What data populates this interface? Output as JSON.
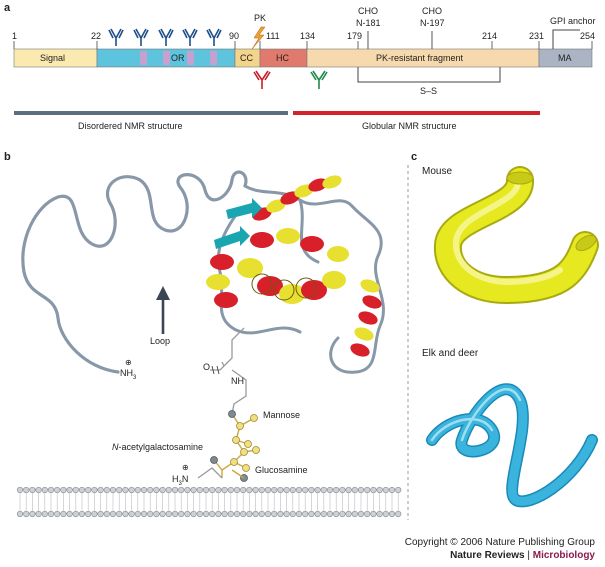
{
  "panels": {
    "a": "a",
    "b": "b",
    "c": "c"
  },
  "panel_a": {
    "positions": {
      "p1": "1",
      "p22": "22",
      "p90": "90",
      "p111": "111",
      "p134": "134",
      "p179": "179",
      "p214": "214",
      "p231": "231",
      "p254": "254"
    },
    "segments": {
      "signal": "Signal",
      "or": "OR",
      "cc": "CC",
      "hc": "HC",
      "pk_resistant": "PK-resistant fragment",
      "ma": "MA"
    },
    "annotations": {
      "pk": "PK",
      "cho1": "CHO",
      "cho1_site": "N-181",
      "cho2": "CHO",
      "cho2_site": "N-197",
      "gpi": "GPI anchor",
      "ss": "S–S"
    },
    "bars": {
      "disordered": "Disordered NMR structure",
      "globular": "Globular NMR structure"
    }
  },
  "panel_b": {
    "loop": "Loop",
    "nh3": "NH",
    "nh3_sub": "3",
    "nh3_charge": "⊕",
    "amide_o": "O",
    "amide_nh": "NH",
    "mannose": "Mannose",
    "galnac_prefix": "N",
    "galnac_rest": "-acetylgalactosamine",
    "glucosamine": "Glucosamine",
    "h3n": "H",
    "h3n_sub": "3",
    "h3n_n": "N",
    "h3n_charge": "⊕"
  },
  "panel_c": {
    "mouse": "Mouse",
    "elk": "Elk and deer"
  },
  "credit": {
    "line1": "Copyright © 2006 Nature Publishing Group",
    "journal": "Nature Reviews",
    "sep": " | ",
    "section": "Microbiology"
  },
  "colors": {
    "signal": "#fbeab0",
    "or": "#5ec3dc",
    "or_box": "#c8a0d0",
    "cc": "#f2d48a",
    "hc": "#e07a6c",
    "pk_resistant": "#f6d9ad",
    "ma": "#aab4c4",
    "disordered_bar": "#5b6e80",
    "globular_bar": "#d2232a",
    "helix_red": "#d8202a",
    "helix_yellow": "#e8e030",
    "strand": "#1aa6b0",
    "coil": "#8898a8",
    "mouse": "#e6e820",
    "elk": "#3ab4dc"
  }
}
